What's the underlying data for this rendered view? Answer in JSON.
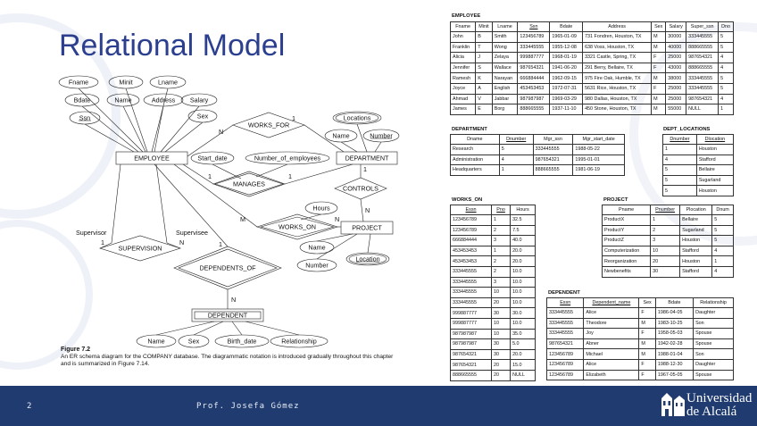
{
  "slide": {
    "title": "Relational Model",
    "page_number": "2",
    "author": "Prof. Josefa Gómez",
    "logo_line1": "Universidad",
    "logo_line2": "de Alcalá"
  },
  "colors": {
    "title": "#2c3f8f",
    "footer": "#1f3b6f",
    "footer_text": "#e9eef7"
  },
  "er": {
    "entities": {
      "employee": "EMPLOYEE",
      "department": "DEPARTMENT",
      "project": "PROJECT",
      "dependent": "DEPENDENT"
    },
    "relationships": {
      "works_for": "WORKS_FOR",
      "manages": "MANAGES",
      "works_on": "WORKS_ON",
      "controls": "CONTROLS",
      "supervision": "SUPERVISION",
      "dependents_of": "DEPENDENTS_OF"
    },
    "attributes": {
      "fname": "Fname",
      "minit": "Minit",
      "lname": "Lname",
      "bdate": "Bdate",
      "name": "Name",
      "address": "Address",
      "salary": "Salary",
      "ssn": "Ssn",
      "sex": "Sex",
      "start_date": "Start_date",
      "number_of_employees": "Number_of_employees",
      "locations": "Locations",
      "dept_name": "Name",
      "dept_number": "Number",
      "hours": "Hours",
      "proj_name": "Name",
      "proj_number": "Number",
      "location": "Location",
      "dep_name": "Name",
      "dep_sex": "Sex",
      "birth_date": "Birth_date",
      "relationship": "Relationship"
    },
    "cardinalities": {
      "works_for_emp": "N",
      "works_for_dept": "1",
      "manages_emp": "1",
      "manages_dept": "1",
      "controls_dept": "1",
      "controls_proj": "N",
      "works_on_emp": "M",
      "works_on_proj": "N",
      "supervision_top": "1",
      "supervision_bottom": "N",
      "dependents_emp": "1",
      "dependents_dep": "N"
    },
    "role_labels": {
      "supervisor": "Supervisor",
      "supervisee": "Supervisee"
    }
  },
  "caption": {
    "figure": "Figure 7.2",
    "text": "An ER schema diagram for the COMPANY database. The diagrammatic notation is introduced gradually throughout this chapter and is summarized in Figure 7.14."
  },
  "tables": {
    "employee": {
      "label": "EMPLOYEE",
      "headers": [
        "Fname",
        "Minit",
        "Lname",
        "Ssn",
        "Bdate",
        "Address",
        "Sex",
        "Salary",
        "Super_ssn",
        "Dno"
      ],
      "rows": [
        [
          "John",
          "B",
          "Smith",
          "123456789",
          "1965-01-09",
          "731 Fondren, Houston, TX",
          "M",
          "30000",
          "333445555",
          "5"
        ],
        [
          "Franklin",
          "T",
          "Wong",
          "333445555",
          "1955-12-08",
          "638 Voss, Houston, TX",
          "M",
          "40000",
          "888665555",
          "5"
        ],
        [
          "Alicia",
          "J",
          "Zelaya",
          "999887777",
          "1968-01-19",
          "3321 Castle, Spring, TX",
          "F",
          "25000",
          "987654321",
          "4"
        ],
        [
          "Jennifer",
          "S",
          "Wallace",
          "987654321",
          "1941-06-20",
          "291 Berry, Bellaire, TX",
          "F",
          "43000",
          "888665555",
          "4"
        ],
        [
          "Ramesh",
          "K",
          "Narayan",
          "666884444",
          "1962-09-15",
          "975 Fire Oak, Humble, TX",
          "M",
          "38000",
          "333445555",
          "5"
        ],
        [
          "Joyce",
          "A",
          "English",
          "453453453",
          "1972-07-31",
          "5631 Rice, Houston, TX",
          "F",
          "25000",
          "333445555",
          "5"
        ],
        [
          "Ahmad",
          "V",
          "Jabbar",
          "987987987",
          "1969-03-29",
          "980 Dallas, Houston, TX",
          "M",
          "25000",
          "987654321",
          "4"
        ],
        [
          "James",
          "E",
          "Borg",
          "888665555",
          "1937-11-10",
          "450 Stone, Houston, TX",
          "M",
          "55000",
          "NULL",
          "1"
        ]
      ]
    },
    "department": {
      "label": "DEPARTMENT",
      "headers": [
        "Dname",
        "Dnumber",
        "Mgr_ssn",
        "Mgr_start_date"
      ],
      "rows": [
        [
          "Research",
          "5",
          "333445555",
          "1988-05-22"
        ],
        [
          "Administration",
          "4",
          "987654321",
          "1995-01-01"
        ],
        [
          "Headquarters",
          "1",
          "888665555",
          "1981-06-19"
        ]
      ]
    },
    "dept_locations": {
      "label": "DEPT_LOCATIONS",
      "headers": [
        "Dnumber",
        "Dlocation"
      ],
      "rows": [
        [
          "1",
          "Houston"
        ],
        [
          "4",
          "Stafford"
        ],
        [
          "5",
          "Bellaire"
        ],
        [
          "5",
          "Sugarland"
        ],
        [
          "5",
          "Houston"
        ]
      ]
    },
    "works_on": {
      "label": "WORKS_ON",
      "headers": [
        "Essn",
        "Pno",
        "Hours"
      ],
      "rows": [
        [
          "123456789",
          "1",
          "32.5"
        ],
        [
          "123456789",
          "2",
          "7.5"
        ],
        [
          "666884444",
          "3",
          "40.0"
        ],
        [
          "453453453",
          "1",
          "20.0"
        ],
        [
          "453453453",
          "2",
          "20.0"
        ],
        [
          "333445555",
          "2",
          "10.0"
        ],
        [
          "333445555",
          "3",
          "10.0"
        ],
        [
          "333445555",
          "10",
          "10.0"
        ],
        [
          "333445555",
          "20",
          "10.0"
        ],
        [
          "999887777",
          "30",
          "30.0"
        ],
        [
          "999887777",
          "10",
          "10.0"
        ],
        [
          "987987987",
          "10",
          "35.0"
        ],
        [
          "987987987",
          "30",
          "5.0"
        ],
        [
          "987654321",
          "30",
          "20.0"
        ],
        [
          "987654321",
          "20",
          "15.0"
        ],
        [
          "888665555",
          "20",
          "NULL"
        ]
      ]
    },
    "project": {
      "label": "PROJECT",
      "headers": [
        "Pname",
        "Pnumber",
        "Plocation",
        "Dnum"
      ],
      "rows": [
        [
          "ProductX",
          "1",
          "Bellaire",
          "5"
        ],
        [
          "ProductY",
          "2",
          "Sugarland",
          "5"
        ],
        [
          "ProductZ",
          "3",
          "Houston",
          "5"
        ],
        [
          "Computerization",
          "10",
          "Stafford",
          "4"
        ],
        [
          "Reorganization",
          "20",
          "Houston",
          "1"
        ],
        [
          "Newbenefits",
          "30",
          "Stafford",
          "4"
        ]
      ]
    },
    "dependent": {
      "label": "DEPENDENT",
      "headers": [
        "Essn",
        "Dependent_name",
        "Sex",
        "Bdate",
        "Relationship"
      ],
      "rows": [
        [
          "333445555",
          "Alice",
          "F",
          "1986-04-05",
          "Daughter"
        ],
        [
          "333445555",
          "Theodore",
          "M",
          "1983-10-25",
          "Son"
        ],
        [
          "333445555",
          "Joy",
          "F",
          "1958-05-03",
          "Spouse"
        ],
        [
          "987654321",
          "Abner",
          "M",
          "1942-02-28",
          "Spouse"
        ],
        [
          "123456789",
          "Michael",
          "M",
          "1988-01-04",
          "Son"
        ],
        [
          "123456789",
          "Alice",
          "F",
          "1988-12-30",
          "Daughter"
        ],
        [
          "123456789",
          "Elizabeth",
          "F",
          "1967-05-05",
          "Spouse"
        ]
      ]
    }
  }
}
